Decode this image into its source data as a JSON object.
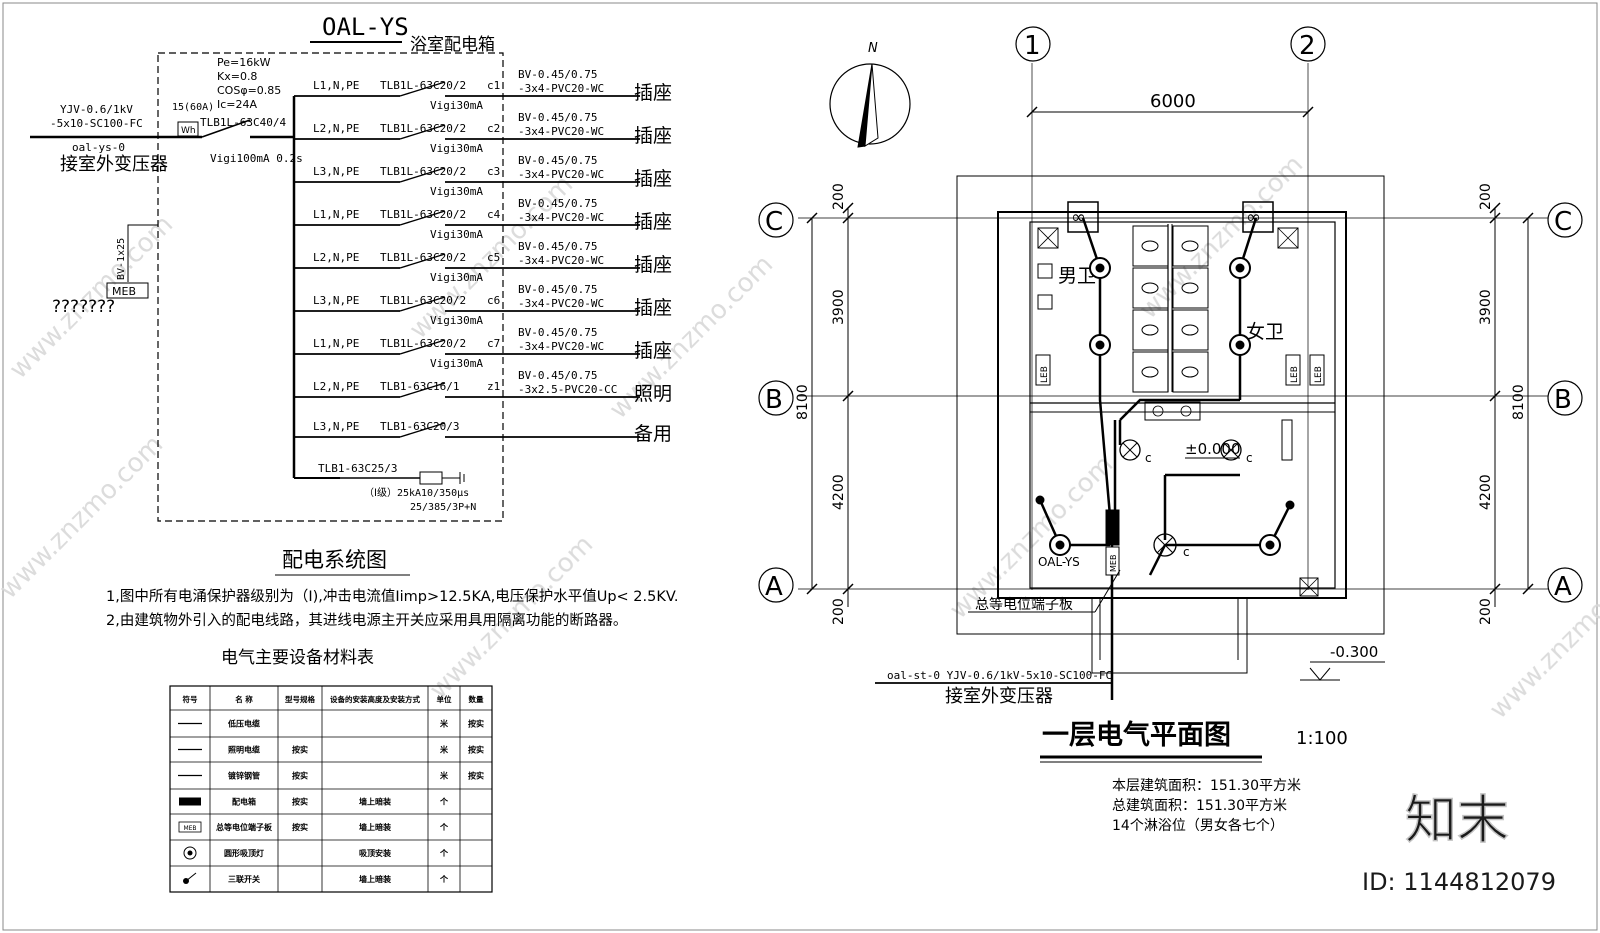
{
  "system": {
    "panel_name": "OAL-YS",
    "panel_desc": "浴室配电箱",
    "params": [
      "Pe=16kW",
      "Kx=0.8",
      "COSφ=0.85",
      "Ic=24A"
    ],
    "meter": "15(60A)",
    "meter_tag": "Wh",
    "main_breaker": "TLB1L-63C40/4",
    "main_vigi": "Vigi100mA  0.2s",
    "incoming_cable_1": "YJV-0.6/1kV",
    "incoming_cable_2": "-5x10-SC100-FC",
    "incoming_id": "oal-ys-0",
    "incoming_source": "接室外变压器",
    "pe_wire": "BV-1x25",
    "meb": "MEB",
    "unknown": "???????",
    "circuits": [
      {
        "phase": "L1,N,PE",
        "breaker": "TLB1L-63C20/2",
        "vigi": "Vigi30mA",
        "id": "c1",
        "cable1": "BV-0.45/0.75",
        "cable2": "-3x4-PVC20-WC",
        "load": "插座"
      },
      {
        "phase": "L2,N,PE",
        "breaker": "TLB1L-63C20/2",
        "vigi": "Vigi30mA",
        "id": "c2",
        "cable1": "BV-0.45/0.75",
        "cable2": "-3x4-PVC20-WC",
        "load": "插座"
      },
      {
        "phase": "L3,N,PE",
        "breaker": "TLB1L-63C20/2",
        "vigi": "Vigi30mA",
        "id": "c3",
        "cable1": "BV-0.45/0.75",
        "cable2": "-3x4-PVC20-WC",
        "load": "插座"
      },
      {
        "phase": "L1,N,PE",
        "breaker": "TLB1L-63C20/2",
        "vigi": "Vigi30mA",
        "id": "c4",
        "cable1": "BV-0.45/0.75",
        "cable2": "-3x4-PVC20-WC",
        "load": "插座"
      },
      {
        "phase": "L2,N,PE",
        "breaker": "TLB1L-63C20/2",
        "vigi": "Vigi30mA",
        "id": "c5",
        "cable1": "BV-0.45/0.75",
        "cable2": "-3x4-PVC20-WC",
        "load": "插座"
      },
      {
        "phase": "L3,N,PE",
        "breaker": "TLB1L-63C20/2",
        "vigi": "Vigi30mA",
        "id": "c6",
        "cable1": "BV-0.45/0.75",
        "cable2": "-3x4-PVC20-WC",
        "load": "插座"
      },
      {
        "phase": "L1,N,PE",
        "breaker": "TLB1L-63C20/2",
        "vigi": "Vigi30mA",
        "id": "c7",
        "cable1": "BV-0.45/0.75",
        "cable2": "-3x4-PVC20-WC",
        "load": "插座"
      },
      {
        "phase": "L2,N,PE",
        "breaker": "TLB1-63C16/1",
        "vigi": "",
        "id": "z1",
        "cable1": "BV-0.45/0.75",
        "cable2": "-3x2.5-PVC20-CC",
        "load": "照明"
      },
      {
        "phase": "L3,N,PE",
        "breaker": "TLB1-63C20/3",
        "vigi": "",
        "id": "",
        "cable1": "",
        "cable2": "",
        "load": "备用"
      }
    ],
    "spd_breaker": "TLB1-63C25/3",
    "spd_1": "（Ⅰ级）25kA10/350μs",
    "spd_2": "25/385/3P+N",
    "title": "配电系统图",
    "note1": "1,图中所有电涌保护器级别为（I),冲击电流值Iimp>12.5KA,电压保护水平值Up< 2.5KV.",
    "note2": "2,由建筑物外引入的配电线路，其进线电源主开关应采用具用隔离功能的断路器。"
  },
  "table": {
    "title": "电气主要设备材料表",
    "headers": [
      "符号",
      "名 称",
      "型号规格",
      "设备的安装高度及安装方式",
      "单位",
      "数量"
    ],
    "rows": [
      {
        "sym": "line",
        "name": "低压电缆",
        "spec": "",
        "install": "",
        "unit": "米",
        "qty": "按实"
      },
      {
        "sym": "line",
        "name": "照明电缆",
        "spec": "按实",
        "install": "",
        "unit": "米",
        "qty": "按实"
      },
      {
        "sym": "line",
        "name": "镀锌钢管",
        "spec": "按实",
        "install": "",
        "unit": "米",
        "qty": "按实"
      },
      {
        "sym": "box",
        "name": "配电箱",
        "spec": "按实",
        "install": "墙上暗装",
        "unit": "个",
        "qty": ""
      },
      {
        "sym": "meb",
        "sym_text": "MEB",
        "name": "总等电位端子板",
        "spec": "按实",
        "install": "墙上暗装",
        "unit": "个",
        "qty": ""
      },
      {
        "sym": "lamp",
        "name": "圆形吸顶灯",
        "spec": "",
        "install": "吸顶安装",
        "unit": "个",
        "qty": ""
      },
      {
        "sym": "switch",
        "name": "三联开关",
        "spec": "",
        "install": "墙上暗装",
        "unit": "个",
        "qty": ""
      }
    ]
  },
  "plan": {
    "north": "N",
    "axis_1": "1",
    "axis_2": "2",
    "axis_c": "C",
    "axis_b": "B",
    "axis_a": "A",
    "span": "6000",
    "dim_200": "200",
    "dim_3900": "3900",
    "dim_4200": "4200",
    "dim_8100": "8100",
    "male": "男卫",
    "female": "女卫",
    "leb": "LEB",
    "meb": "MEB",
    "level": "±0.000",
    "level_out": "-0.300",
    "panel": "OAL-YS",
    "c": "c",
    "meb_label": "总等电位端子板",
    "feed": "oal-st-0 YJV-0.6/1kV-5x10-SC100-FC",
    "feed_source": "接室外变压器",
    "title": "一层电气平面图",
    "scale": "1:100",
    "area1": "本层建筑面积：151.30平方米",
    "area2": "总建筑面积：151.30平方米",
    "showers": "14个淋浴位（男女各七个）"
  },
  "watermark": {
    "logo": "知末",
    "id": "ID: 1144812079",
    "site": "www.znzmo.com"
  }
}
